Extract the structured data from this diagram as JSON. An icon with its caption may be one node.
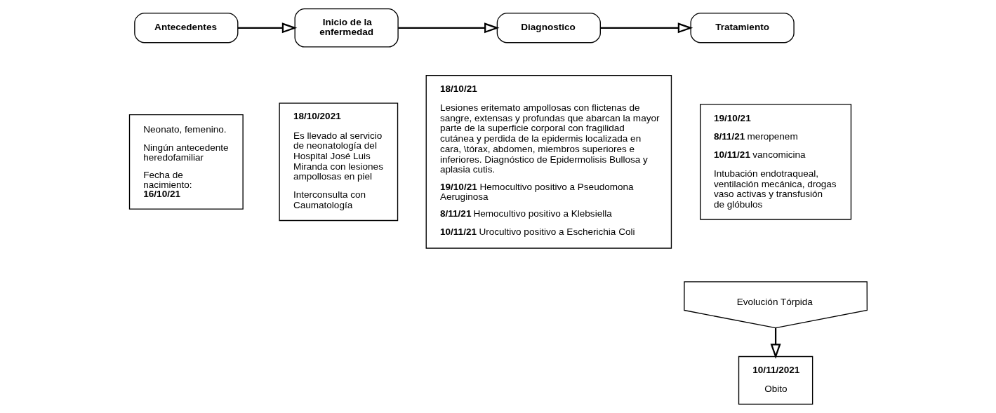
{
  "diagram": {
    "nodes": [
      {
        "text": [
          "Antecedentes"
        ]
      },
      {
        "text": [
          "Inicio de la enfermedad"
        ]
      },
      {
        "text": [
          "Diagnostico"
        ]
      },
      {
        "text": [
          "Tratamiento"
        ]
      },
      {
        "text": [
          "Neonato, femenino.",
          "Ningún antecedente heredofamiliar",
          "Fecha de nacimiento: **16/10/21**"
        ]
      },
      {
        "text": [
          "18/10/2021",
          "Es llevado al servicio de neonatología del Hospital José Luis Miranda con lesiones ampollosas en piel",
          "Interconsulta con Caumatología"
        ]
      },
      {
        "text": [
          "18/10/21",
          "Lesiones eritemato ampollosas con flictenas de sangre, extensas y profundas que abarcan la mayor parte de la superficie corporal con fragilidad cutánea y perdida de la epidermis localizada en cara, \\tórax, abdomen, miembros superiores e inferiores. Diagnóstico de Epidermolisis Bullosa y aplasia cutis.",
          "**19/10/21** Hemocultivo positivo a Pseudomona Aeruginosa",
          "**8/11/21** Hemocultivo positivo a Klebsiella",
          "**10/11/21** Urocultivo positivo a Escherichia Coli"
        ]
      },
      {
        "text": [
          "19/10/21",
          "**8/11/21** meropenem",
          "**10/11/21** vancomicina",
          "Intubación endotraqueal, ventilación mecánica, drogas vaso activas y transfusión de glóbulos"
        ]
      },
      {
        "text": [
          "Evolución Tórpida"
        ]
      },
      {
        "text": [
          "10/11/2021",
          "Obito"
        ]
      }
    ],
    "edges": [
      {
        "from": 0,
        "to": 1,
        "arrow": "to"
      },
      {
        "from": 1,
        "to": 2,
        "arrow": "to"
      },
      {
        "from": 2,
        "to": 3,
        "arrow": "to"
      },
      {
        "from": 8,
        "to": 9,
        "arrow": "to"
      }
    ]
  }
}
